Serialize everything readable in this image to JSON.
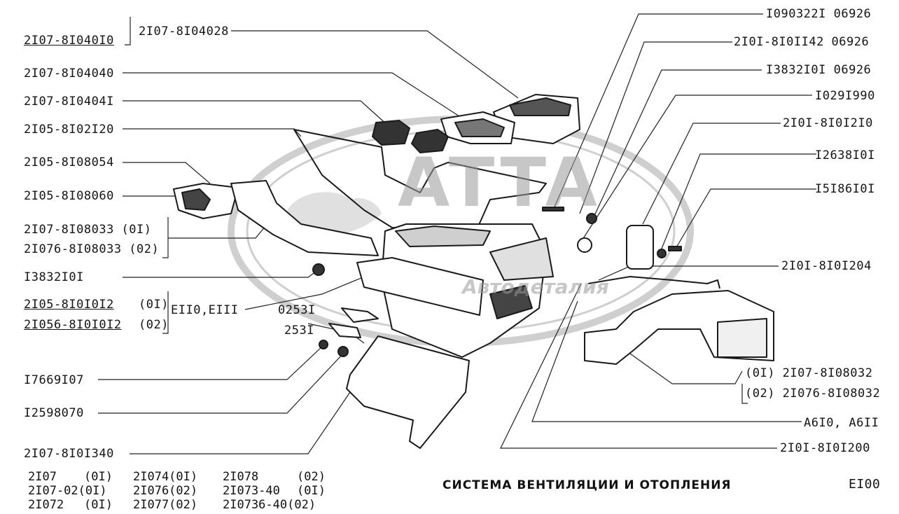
{
  "watermark": {
    "main": "ATTA",
    "sub": "Автодеталия"
  },
  "sheet_title": "СИСТЕМА ВЕНТИЛЯЦИИ И ОТОПЛЕНИЯ",
  "sheet_number": "EI00",
  "assembly_part": "2I07-8I040I0",
  "left_callouts": [
    "2I07-8I04028",
    "2I07-8I04040",
    "2I07-8I0404I",
    "2I05-8I02I20",
    "2I05-8I08054",
    "2I05-8I08060",
    "2I07-8I08033 (0I)",
    "2I076-8I08033 (02)",
    "I3832I0I",
    "2I05-8I0I0I2",
    "(0I)",
    "2I056-8I0I0I2",
    "(02)",
    "EII0,EIII",
    "0253I",
    "253I",
    "I7669I07",
    "I2598070",
    "2I07-8I0I340"
  ],
  "right_callouts": [
    "I090322I 06926",
    "2I0I-8I0II42 06926",
    "I3832I0I 06926",
    "I029I990",
    "2I0I-8I0I2I0",
    "I2638I0I",
    "I5I86I0I",
    "2I0I-8I0I204",
    "(0I) 2I07-8I08032",
    "(02) 2I076-8I08032",
    "A6I0, A6II",
    "2I0I-8I0I200"
  ],
  "models": [
    [
      "2I07",
      "(0I)",
      "2I074(0I)",
      "2I078",
      "(02)"
    ],
    [
      "2I07-02(0I)",
      "",
      "2I076(02)",
      "2I073-40",
      "(0I)"
    ],
    [
      "2I072",
      "(0I)",
      "2I077(02)",
      "2I0736-40(02)",
      ""
    ]
  ]
}
